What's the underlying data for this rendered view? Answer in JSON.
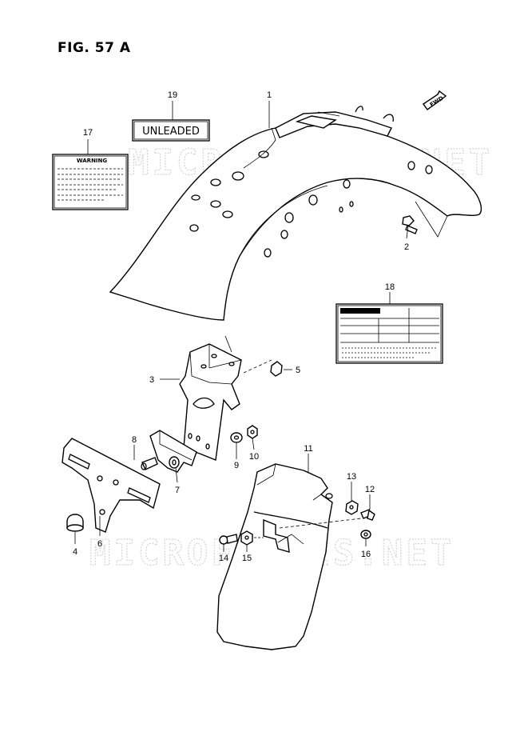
{
  "figure": {
    "title": "FIG. 57 A",
    "label_unleaded": "UNLEADED",
    "label_warning": "WARNING",
    "fwd_mark": "FWD",
    "watermark": "MICROFICHES.NET",
    "callouts": [
      "1",
      "2",
      "3",
      "4",
      "5",
      "6",
      "7",
      "8",
      "9",
      "10",
      "11",
      "12",
      "13",
      "14",
      "15",
      "16",
      "17",
      "18",
      "19"
    ]
  }
}
